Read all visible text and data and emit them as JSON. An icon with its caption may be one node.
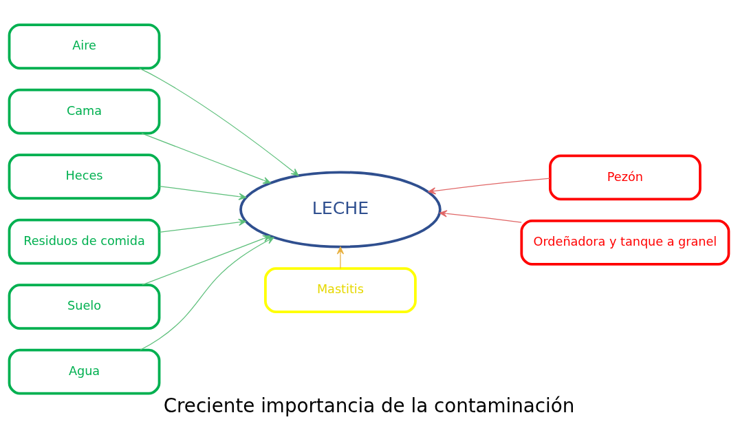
{
  "diagram": {
    "caption": "Creciente importancia de la contaminación",
    "nodes": [
      {
        "text": [
          "Aire"
        ]
      },
      {
        "text": [
          "Cama"
        ]
      },
      {
        "text": [
          "Heces"
        ]
      },
      {
        "text": [
          "Residuos de comida"
        ]
      },
      {
        "text": [
          "Suelo"
        ]
      },
      {
        "text": [
          "Agua"
        ]
      },
      {
        "text": [
          "LECHE"
        ]
      },
      {
        "text": [
          "Pezón"
        ]
      },
      {
        "text": [
          "Mastitis"
        ]
      },
      {
        "text": [
          "Ordeñadora y tanque a granel"
        ]
      }
    ],
    "edges": [
      {
        "from": 0,
        "to": 6,
        "arrow": "to"
      },
      {
        "from": 1,
        "to": 6,
        "arrow": "to"
      },
      {
        "from": 2,
        "to": 6,
        "arrow": "to"
      },
      {
        "from": 3,
        "to": 6,
        "arrow": "to"
      },
      {
        "from": 4,
        "to": 6,
        "arrow": "to"
      },
      {
        "from": 5,
        "to": 6,
        "arrow": "to"
      },
      {
        "from": 7,
        "to": 6,
        "arrow": "to",
        "color": "#e06666"
      },
      {
        "from": 8,
        "to": 6,
        "arrow": "to",
        "color": "#e8b040"
      },
      {
        "from": 9,
        "to": 6,
        "arrow": "to",
        "color": "#e06666"
      }
    ]
  }
}
